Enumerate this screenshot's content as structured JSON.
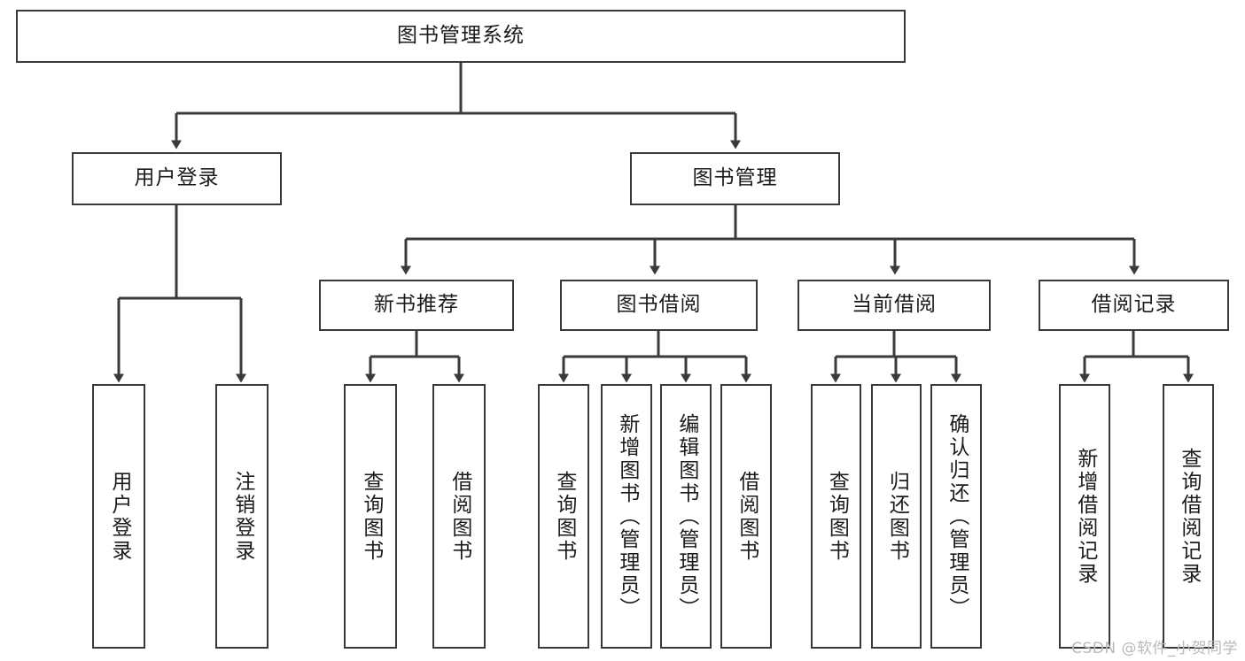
{
  "diagram": {
    "title_node": {
      "label": "图书管理系统"
    },
    "level1": [
      {
        "id": "user-login",
        "label": "用户登录"
      },
      {
        "id": "book-manage",
        "label": "图书管理"
      }
    ],
    "level2": [
      {
        "id": "new-book-recommend",
        "label": "新书推荐"
      },
      {
        "id": "book-borrow",
        "label": "图书借阅"
      },
      {
        "id": "current-borrow",
        "label": "当前借阅"
      },
      {
        "id": "borrow-record",
        "label": "借阅记录"
      }
    ],
    "leaves": [
      {
        "id": "leaf-user-login",
        "label": "用户登录"
      },
      {
        "id": "leaf-logout-login",
        "label": "注销登录"
      },
      {
        "id": "leaf-query-book-1",
        "label": "查询图书"
      },
      {
        "id": "leaf-borrow-book-1",
        "label": "借阅图书"
      },
      {
        "id": "leaf-query-book-2",
        "label": "查询图书"
      },
      {
        "id": "leaf-add-book-admin",
        "label": "新增图书（管理员）"
      },
      {
        "id": "leaf-edit-book-admin",
        "label": "编辑图书（管理员）"
      },
      {
        "id": "leaf-borrow-book-2",
        "label": "借阅图书"
      },
      {
        "id": "leaf-query-book-3",
        "label": "查询图书"
      },
      {
        "id": "leaf-return-book",
        "label": "归还图书"
      },
      {
        "id": "leaf-confirm-return-admin",
        "label": "确认归还（管理员）"
      },
      {
        "id": "leaf-add-borrow-record",
        "label": "新增借阅记录"
      },
      {
        "id": "leaf-query-borrow-record",
        "label": "查询借阅记录"
      }
    ]
  },
  "watermark": {
    "text": "CSDN @软件_小贺同学"
  },
  "colors": {
    "stroke": "#3a3a3a",
    "background": "#ffffff",
    "text": "#1b1b1b",
    "watermark": "#b9b9b9"
  }
}
